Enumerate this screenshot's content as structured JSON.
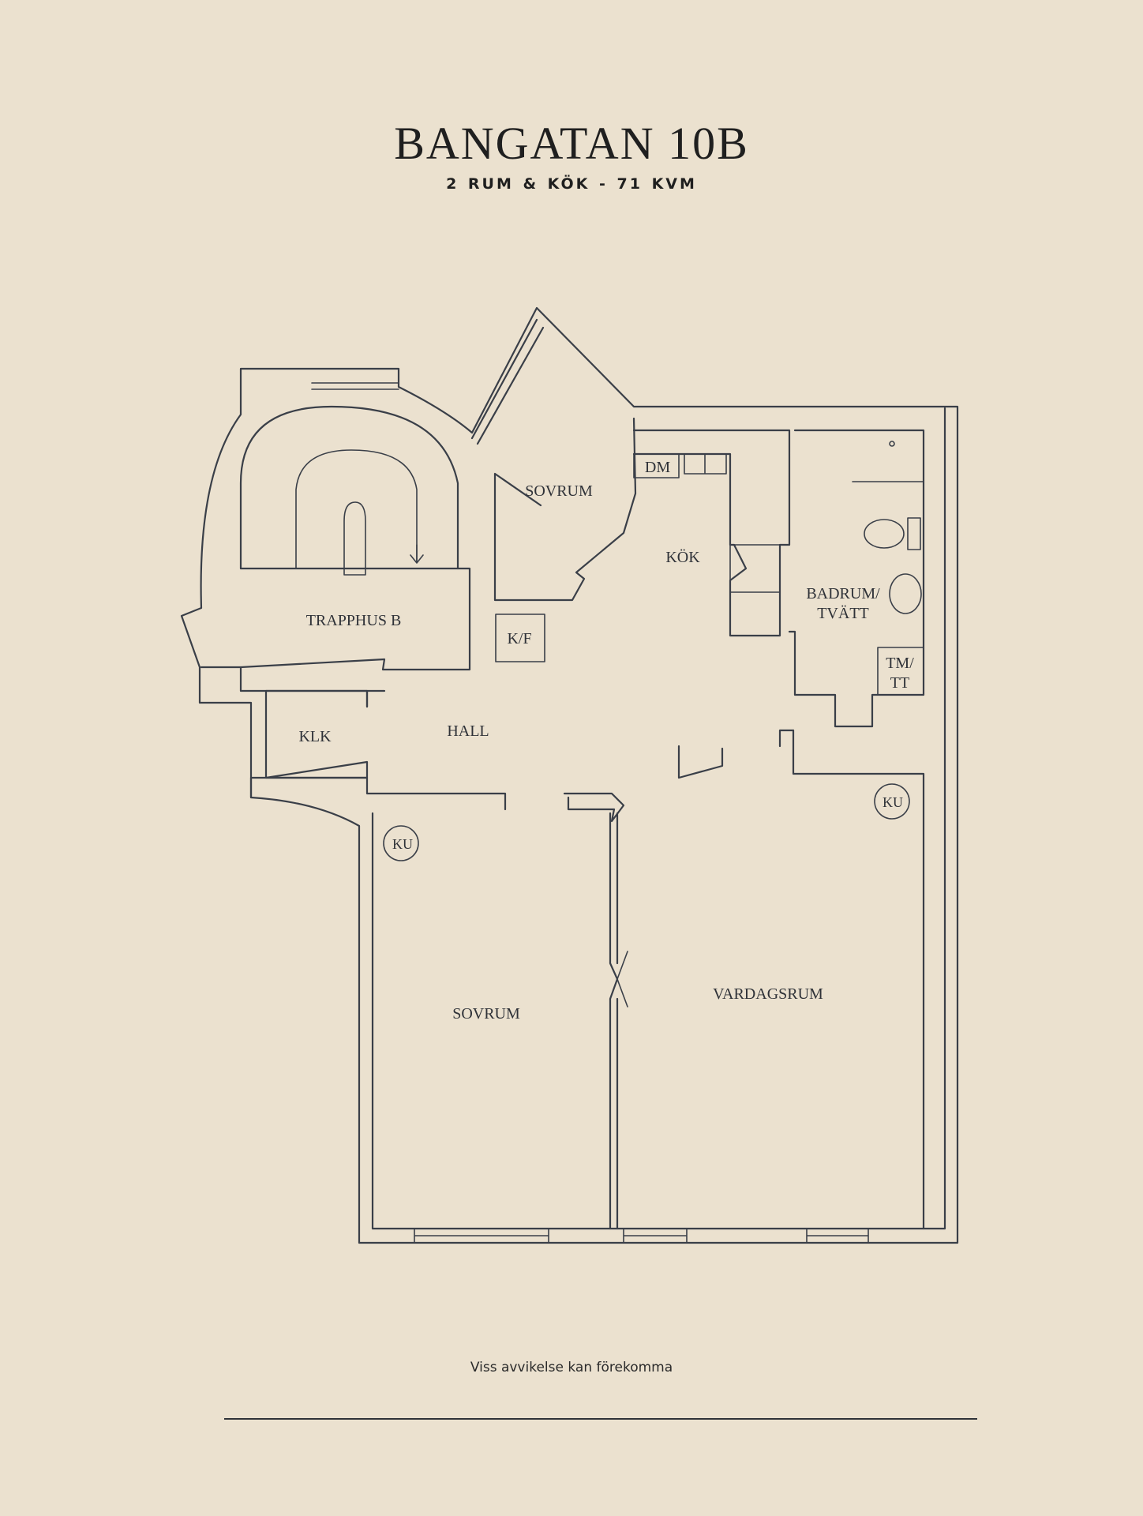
{
  "header": {
    "title": "BANGATAN 10B",
    "subtitle": "2 RUM & KÖK  -  71 KVM"
  },
  "rooms": {
    "sovrum_top": "SOVRUM",
    "dm": "DM",
    "kok": "KÖK",
    "badrum_line1": "BADRUM/",
    "badrum_line2": "TVÄTT",
    "trapphus": "TRAPPHUS B",
    "kf": "K/F",
    "tm_line1": "TM/",
    "tm_line2": "TT",
    "klk": "KLK",
    "hall": "HALL",
    "ku_left": "KU",
    "ku_right": "KU",
    "sovrum_bottom": "SOVRUM",
    "vardagsrum": "VARDAGSRUM"
  },
  "footer": {
    "note": "Viss avvikelse kan förekomma"
  },
  "colors": {
    "background": "#ebe1cf",
    "ink": "#3a3f48"
  }
}
